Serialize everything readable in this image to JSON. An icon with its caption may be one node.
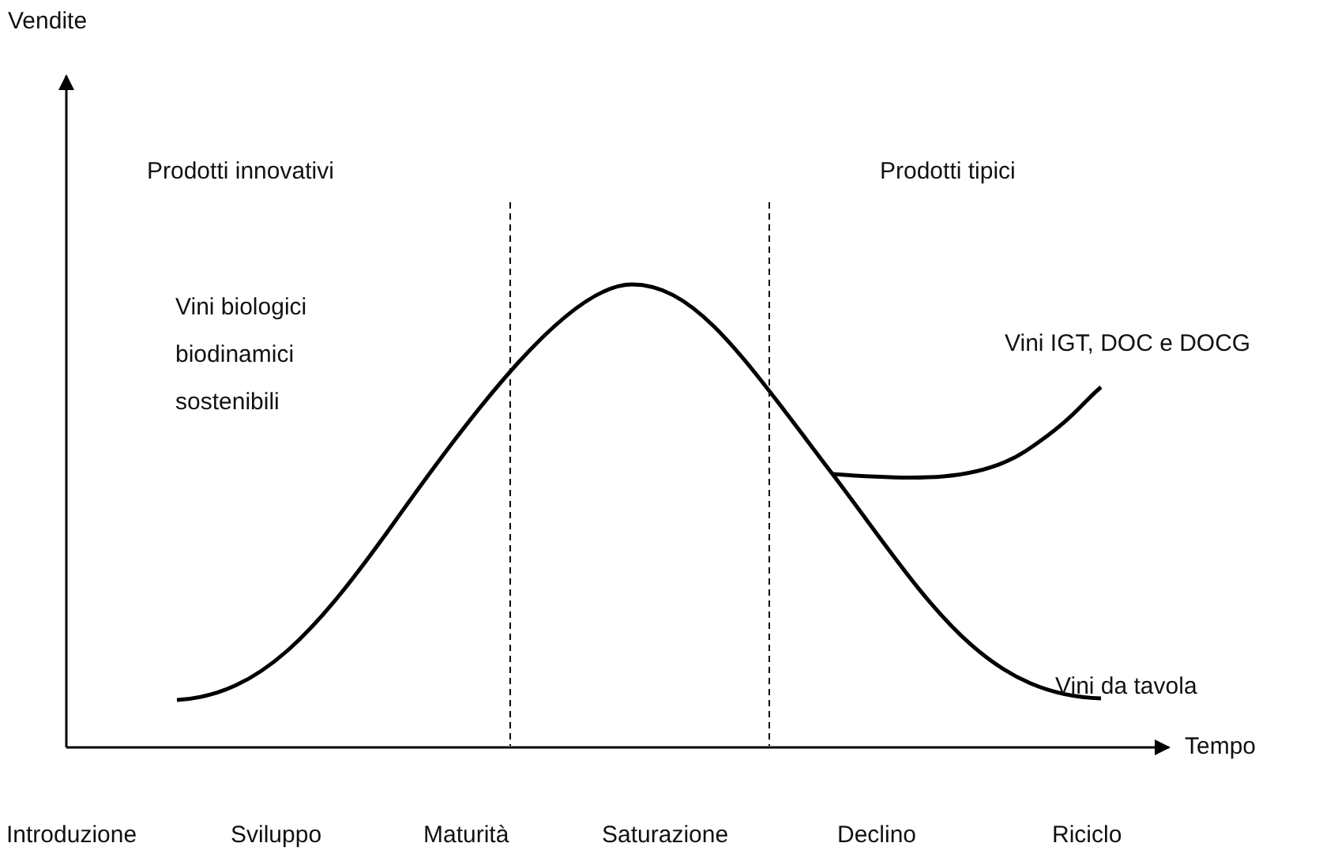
{
  "diagram": {
    "labels": [
      "Vendite",
      "Prodotti innovativi",
      "Prodotti tipici",
      "Vini biologici biodinamici sostenibili",
      "Vini IGT, DOC e DOCG",
      "Vini da tavola",
      "Tempo",
      "Introduzione",
      "Sviluppo",
      "Maturità",
      "Saturazione",
      "Declino",
      "Riciclo"
    ]
  }
}
